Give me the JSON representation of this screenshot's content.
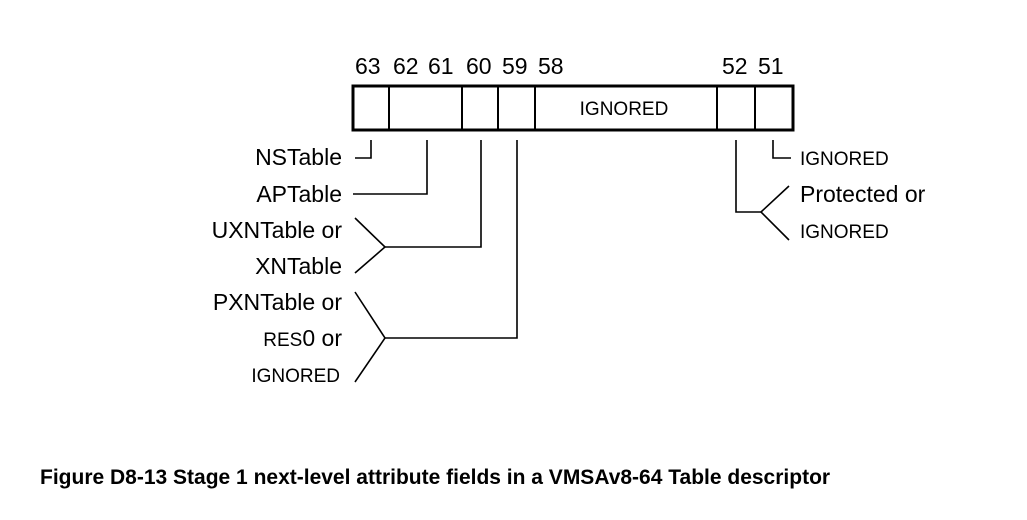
{
  "bit_numbers": {
    "b63": "63",
    "b62": "62",
    "b61": "61",
    "b60": "60",
    "b59": "59",
    "b58": "58",
    "b52": "52",
    "b51": "51"
  },
  "fields": {
    "ignored_58_52": "IGNORED"
  },
  "labels": {
    "nstable": "NSTable",
    "aptable": "APTable",
    "uxn_line1": "UXNTable or",
    "uxn_line2": "XNTable",
    "pxn_line1": "PXNTable or",
    "pxn_line2_res": "RES",
    "pxn_line2_zero": "0 or",
    "pxn_line3": "IGNORED",
    "bit51_label": "IGNORED",
    "prot_line1": "Protected or",
    "prot_line2": "IGNORED"
  },
  "caption": "Figure D8-13 Stage 1 next-level attribute fields in a VMSAv8-64 Table descriptor"
}
